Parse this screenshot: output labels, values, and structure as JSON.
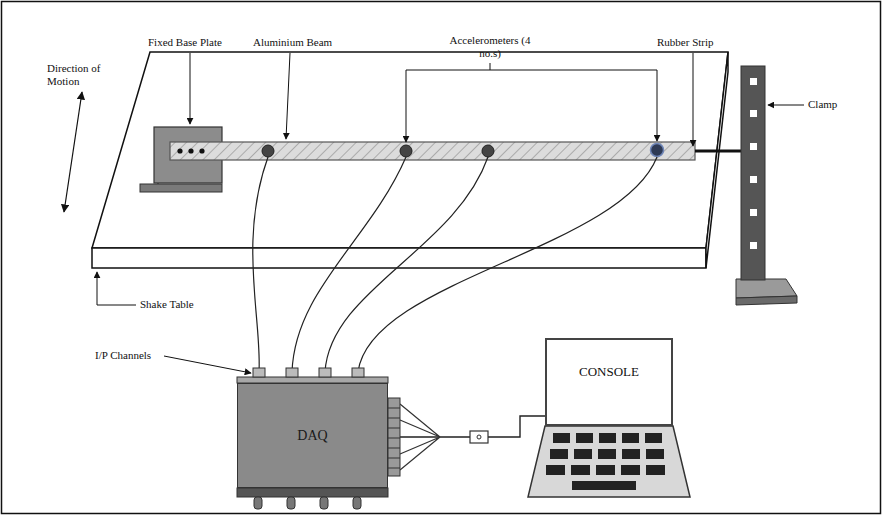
{
  "diagram": {
    "nodes": [
      {
        "text": [
          "DAQ"
        ]
      },
      {
        "text": [
          "CONSOLE"
        ]
      }
    ],
    "edges": [
      {
        "from": 0,
        "to": 1,
        "arrow": "none"
      }
    ],
    "labels": [
      "Direction of Motion",
      "Fixed Base Plate",
      "Aluminium Beam",
      "Accelerometers (4 no.s)",
      "Rubber Strip",
      "Clamp",
      "Shake Table",
      "I/P Channels"
    ]
  }
}
